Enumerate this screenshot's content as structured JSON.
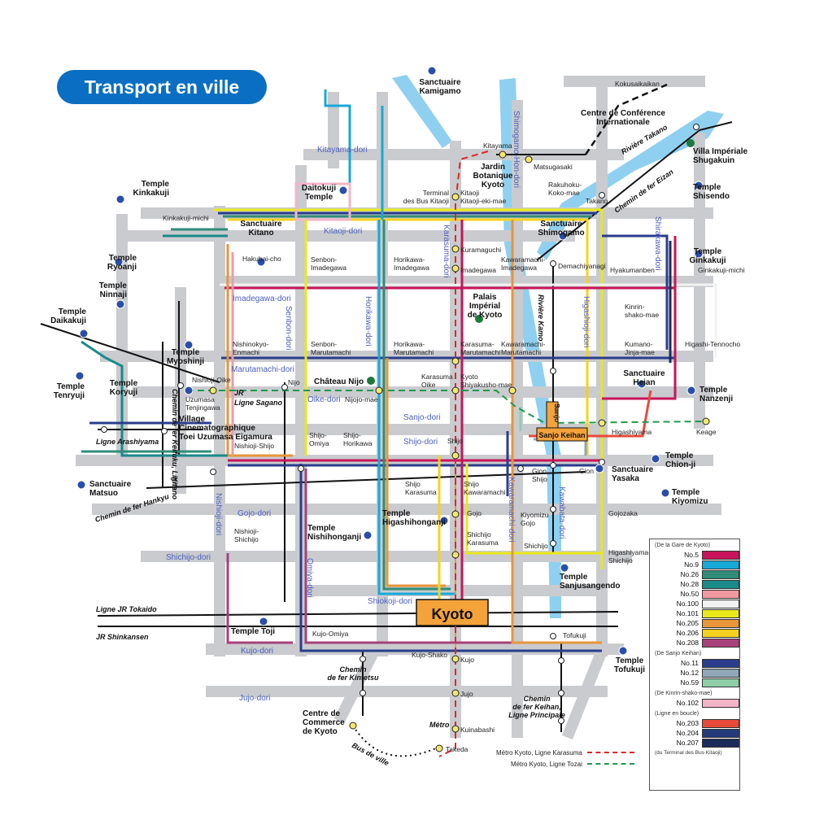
{
  "title": "Transport en ville",
  "colors": {
    "road": "#c9cbcf",
    "river": "#8fd0f0",
    "title_bg": "#0a6fc2",
    "metro_karasuma": "#e0252b",
    "metro_tozai": "#1f9a4a"
  },
  "streets": {
    "kitayama": "Kitayama-dori",
    "kitaoji": "Kitaoji-dori",
    "imadegawa": "Imadegawa-dori",
    "marutamachi": "Marutamachi-dori",
    "oike": "Oike-dori",
    "sanjo": "Sanjo-dori",
    "shijo": "Shijo-dori",
    "gojo": "Gojo-dori",
    "shichijo": "Shichijo-dori",
    "shiokoji": "Shiokoji-dori",
    "kujo": "Kujo-dori",
    "jujo": "Jujo-dori",
    "senbon": "Senbon-dori",
    "horikawa": "Horikawa-dori",
    "karasuma": "Karasuma-dori",
    "kawaramachi": "Kawaramachi-dori",
    "higashioji": "Higashioji-dori",
    "kawabata": "Kawabata-dori",
    "nishioji": "Nishioji-dori",
    "omiya": "Omiya-dori",
    "shimogamo": "Shimogamo-Hon-dori",
    "shirakawa": "Shirakawa-dori"
  },
  "places": {
    "kamigamo": [
      "Sanctuaire",
      "Kamigamo"
    ],
    "conference": [
      "Centre de Conférence",
      "Internationale"
    ],
    "shugakuin": [
      "Villa Impériale",
      "Shugakuin"
    ],
    "shisendo": [
      "Temple",
      "Shisendo"
    ],
    "jardin": [
      "Jardin",
      "Botanique",
      "Kyoto"
    ],
    "daitokuji": [
      "Daitokuji",
      "Temple"
    ],
    "kinkakuji": [
      "Temple",
      "Kinkakuji"
    ],
    "ryoanji": [
      "Temple",
      "Ryoanji"
    ],
    "ninnaji": [
      "Temple",
      "Ninnaji"
    ],
    "daikakuji": [
      "Temple",
      "Daikakuji"
    ],
    "tenryuji": [
      "Temple",
      "Tenryuji"
    ],
    "kitano": [
      "Sanctuaire",
      "Kitano"
    ],
    "myoshinji": [
      "Temple",
      "Myoshinji"
    ],
    "koryuji": [
      "Temple",
      "Koryuji"
    ],
    "shimogamo": [
      "Sanctuaire",
      "Shimogamo"
    ],
    "ginkakuji": [
      "Temple",
      "Ginkakuji"
    ],
    "palais": [
      "Palais",
      "Impérial",
      "de Kyoto"
    ],
    "nijo": "Château Nijo",
    "heian": [
      "Sanctuaire",
      "Heian"
    ],
    "nanzenji": [
      "Temple",
      "Nanzenji"
    ],
    "village": [
      "Village",
      "Cinematographique",
      "Toei Uzumasa Eigamura"
    ],
    "matsuo": [
      "Sanctuaire",
      "Matsuo"
    ],
    "chionji": [
      "Temple",
      "Chion-ji"
    ],
    "yasaka": [
      "Sanctuaire",
      "Yasaka"
    ],
    "kiyomizu": [
      "Temple",
      "Kiyomizu"
    ],
    "nishihonganji": [
      "Temple",
      "Nishihonganji"
    ],
    "higashihonganji": [
      "Temple",
      "Higashihonganji"
    ],
    "sanjusangendo": [
      "Temple",
      "Sanjusangendo"
    ],
    "toji": "Temple Toji",
    "tofukuji": [
      "Temple",
      "Tofukuji"
    ],
    "commerce": [
      "Centre de",
      "Commerce",
      "de Kyoto"
    ]
  },
  "stops": {
    "kokusaikaikan": "Kokusaikaikan",
    "kitayama": "Kitayama",
    "matsugasaki": "Matsugasaki",
    "terminal": [
      "Terminal",
      "des Bus Kitaoji"
    ],
    "kitaoji": [
      "Kitaoji",
      "Kitaoji-eki-mae"
    ],
    "rakuhoku": [
      "Rakuhoku-",
      "Koko-mae"
    ],
    "takano": "Takano",
    "kinkakuji_michi": "Kinkakuji-michi",
    "hakubai": "Hakubai-cho",
    "senbon_imadegawa": [
      "Senbon-",
      "Imadegawa"
    ],
    "horikawa_imadegawa": [
      "Horikawa-",
      "Imadegawa"
    ],
    "kuramaguchi": "Kuramaguchi",
    "imadegawa": "Imadegawa",
    "kawaramachi_imadegawa": [
      "Kawaramachi-",
      "Imadegawa"
    ],
    "demachiyanagi": "Demachiyanagi",
    "hyakumanben": "Hyakumanben",
    "ginkakuji_michi": "Ginkakuji-michi",
    "kinrin": [
      "Kinrin-",
      "shako-mae"
    ],
    "nishinokyo": [
      "Nishinokyo-",
      "Enmachi"
    ],
    "senbon_marutamachi": [
      "Senbon-",
      "Marutamachi"
    ],
    "horikawa_marutamachi": [
      "Horikawa-",
      "Marutamachi"
    ],
    "karasuma_marutamachi": [
      "Karasuma-",
      "Marutamachi"
    ],
    "kawaramachi_marutamachi": [
      "Kawaramachi-",
      "Marutamachi"
    ],
    "kumano": [
      "Kumano-",
      "Jinja-mae"
    ],
    "higashi_tennocho": "Higashi-Tennocho",
    "nishioji_oike": "Nishioji-Oike",
    "nijo": "Nijo",
    "uzumasa": [
      "Uzumasa",
      "Tenjingawa"
    ],
    "nijojo_mae": "Nijojo-mae",
    "karasuma_oike": [
      "Karasuma",
      "Oike"
    ],
    "kyoto_shiyakusho": [
      "Kyoto",
      "Shiyakusho-mae"
    ],
    "higashiyama": "Higashiyama",
    "keage": "Keage",
    "nishioji_shijo": "Nishioji-Shijo",
    "shijo_omiya": [
      "Shijo-",
      "Omiya"
    ],
    "shijo_horikawa": [
      "Shijo-",
      "Horikawa"
    ],
    "shijo": "Shijo",
    "shijo_karasuma": [
      "Shijo",
      "Karasuma"
    ],
    "shijo_kawaramachi": [
      "Shijo",
      "Kawaramachi"
    ],
    "gion_shijo": [
      "Gion",
      "Shijo"
    ],
    "gion": "Gion",
    "gojo": "Gojo",
    "kiyomizu_gojo": [
      "Kiyomizu",
      "Gojo"
    ],
    "gojozaka": "Gojozaka",
    "nishioji_shichijo": [
      "Nishioji-",
      "Shichijo"
    ],
    "shichijo_karasuma": [
      "Shichijo",
      "Karasuma"
    ],
    "shichijo": "Shichijo",
    "higashiyama_shichijo": [
      "Higashiyama-",
      "Shichijo"
    ],
    "kujo_omiya": "Kujo-Omiya",
    "tofukuji": "Tofukuji",
    "kujo_shako": "Kujo-Shako",
    "kujo": "Kujo",
    "jujo": "Jujo",
    "kuinabashi": "Kuinabashi",
    "takeda": "Takeda"
  },
  "rail": {
    "eizan": "Chemin de fer Eizan",
    "takano_river": "Rivière Takano",
    "kamo_river": "Rivière Kamo",
    "sagano": [
      "JR",
      "Ligne Sagano"
    ],
    "keifuku_kitano": [
      "Chemin de fer Keifuku, Ligne",
      "Kitano"
    ],
    "arashiyama": "Ligne Arashiyama",
    "hankyu": "Chemin de fer Hankyu",
    "tokaido": "Ligne JR Tokaido",
    "shinkansen": "JR Shinkansen",
    "kintetsu": [
      "Chemin",
      "de fer Kintetsu"
    ],
    "keihan": [
      "Chemin",
      "de fer Keihan,",
      "Ligne Principale"
    ],
    "metro": "Métro",
    "bus_ville": "Bus de ville",
    "sanjo": "Sanjo",
    "sanjo_keihan": "Sanjo Keihan",
    "kyoto": "Kyoto"
  },
  "legend": {
    "head_kyoto": "(De la Gare de Kyoto)",
    "from_kyoto": [
      {
        "name": "No.5",
        "color": "#c8145a"
      },
      {
        "name": "No.9",
        "color": "#18a8d8"
      },
      {
        "name": "No.26",
        "color": "#2f8c78"
      },
      {
        "name": "No.28",
        "color": "#1a8a8a"
      },
      {
        "name": "No.50",
        "color": "#f09aa0"
      },
      {
        "name": "No.100",
        "color": "#f2f2f2"
      },
      {
        "name": "No.101",
        "color": "#e8e81a"
      },
      {
        "name": "No.205",
        "color": "#e8953a"
      },
      {
        "name": "No.206",
        "color": "#f7d21e"
      },
      {
        "name": "No.208",
        "color": "#a8407a"
      }
    ],
    "head_sanjo": "(De Sanjo Keihan)",
    "from_sanjo": [
      {
        "name": "No.11",
        "color": "#2a3d8c"
      },
      {
        "name": "No.12",
        "color": "#8fa7b8"
      },
      {
        "name": "No.59",
        "color": "#8fcfa8"
      }
    ],
    "head_kinrin": "(De Kinrin-shako-mae)",
    "from_kinrin": [
      {
        "name": "No.102",
        "color": "#f4b4c8"
      }
    ],
    "head_loop": "(Ligne en boucle)",
    "loop": [
      {
        "name": "No.203",
        "color": "#e84a3a"
      },
      {
        "name": "No.204",
        "color": "#243a7a"
      },
      {
        "name": "No.207",
        "color": "#1c2c5a"
      }
    ],
    "foot": "(du Terminal des Bus Kitaoji)"
  },
  "metro_legend": {
    "karasuma": "Métro Kyoto, Ligne Karasuma",
    "tozai": "Métro Kyoto, Ligne Tozai"
  }
}
